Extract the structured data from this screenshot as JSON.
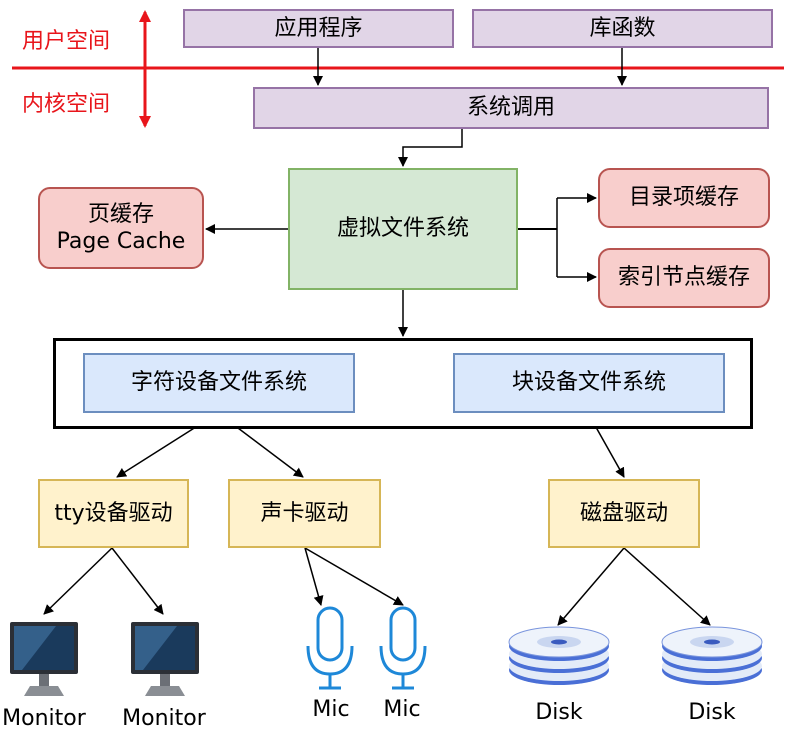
{
  "space": {
    "user": "用户空间",
    "kernel": "内核空间"
  },
  "user_layer": {
    "app": "应用程序",
    "lib": "库函数"
  },
  "syscall": "系统调用",
  "vfs": "虚拟文件系统",
  "caches": {
    "page_cache_line1": "页缓存",
    "page_cache_line2": "Page Cache",
    "dentry": "目录项缓存",
    "inode": "索引节点缓存"
  },
  "fs": {
    "char": "字符设备文件系统",
    "block": "块设备文件系统"
  },
  "drivers": {
    "tty": "tty设备驱动",
    "sound": "声卡驱动",
    "disk": "磁盘驱动"
  },
  "devices": {
    "monitor1": "Monitor",
    "monitor2": "Monitor",
    "mic1": "Mic",
    "mic2": "Mic",
    "disk1": "Disk",
    "disk2": "Disk"
  },
  "colors": {
    "boundary": "#e8151b",
    "purple_fill": "#e1d5e7",
    "green_fill": "#d5e8d4",
    "red_fill": "#f8cecc",
    "blue_fill": "#dae8fc",
    "yellow_fill": "#fff2cc"
  }
}
